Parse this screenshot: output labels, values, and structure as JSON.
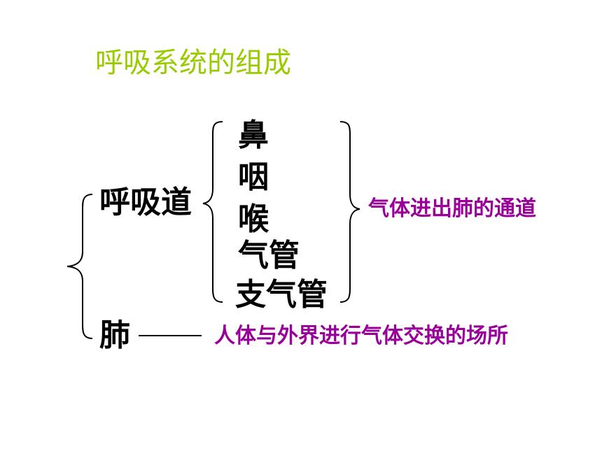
{
  "title": "呼吸系统的组成",
  "respiratory_tract": {
    "label": "呼吸道",
    "parts": [
      "鼻",
      "咽",
      "喉",
      "气管",
      "支气管"
    ],
    "function": "气体进出肺的通道"
  },
  "lung": {
    "label": "肺",
    "function": "人体与外界进行气体交换的场所"
  },
  "colors": {
    "title": "#99cc00",
    "main_text": "#000000",
    "function_text": "#990099"
  }
}
